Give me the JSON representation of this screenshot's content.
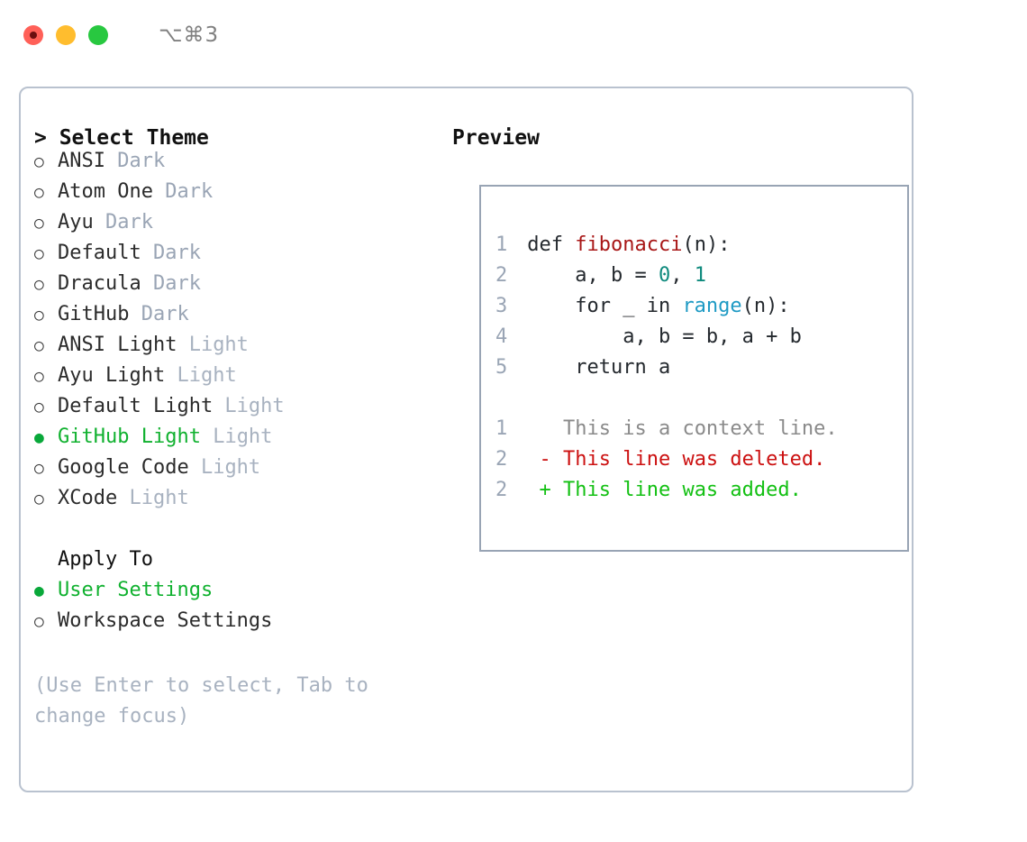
{
  "titlebar": {
    "shortcut": "⌥⌘3",
    "lights": [
      "close",
      "minimize",
      "maximize"
    ]
  },
  "theme_panel": {
    "header": "> Select Theme",
    "options": [
      {
        "bullet": "○",
        "name": "ANSI",
        "tag": "Dark",
        "selected": false
      },
      {
        "bullet": "○",
        "name": "Atom One",
        "tag": "Dark",
        "selected": false
      },
      {
        "bullet": "○",
        "name": "Ayu",
        "tag": "Dark",
        "selected": false
      },
      {
        "bullet": "○",
        "name": "Default",
        "tag": "Dark",
        "selected": false
      },
      {
        "bullet": "○",
        "name": "Dracula",
        "tag": "Dark",
        "selected": false
      },
      {
        "bullet": "○",
        "name": "GitHub",
        "tag": "Dark",
        "selected": false
      },
      {
        "bullet": "○",
        "name": "ANSI Light",
        "tag": "Light",
        "selected": false
      },
      {
        "bullet": "○",
        "name": "Ayu Light",
        "tag": "Light",
        "selected": false
      },
      {
        "bullet": "○",
        "name": "Default Light",
        "tag": "Light",
        "selected": false
      },
      {
        "bullet": "●",
        "name": "GitHub Light",
        "tag": "Light",
        "selected": true
      },
      {
        "bullet": "○",
        "name": "Google Code",
        "tag": "Light",
        "selected": false
      },
      {
        "bullet": "○",
        "name": "XCode",
        "tag": "Light",
        "selected": false
      }
    ]
  },
  "apply_to": {
    "header": "Apply To",
    "options": [
      {
        "bullet": "●",
        "name": "User Settings",
        "selected": true
      },
      {
        "bullet": "○",
        "name": "Workspace Settings",
        "selected": false
      }
    ]
  },
  "hint": "(Use Enter to select, Tab to change focus)",
  "preview": {
    "header": "Preview",
    "code_lines": [
      {
        "num": "1",
        "parts": [
          {
            "t": "def ",
            "c": "plain"
          },
          {
            "t": "fibonacci",
            "c": "func"
          },
          {
            "t": "(n):",
            "c": "plain"
          }
        ]
      },
      {
        "num": "2",
        "parts": [
          {
            "t": "    a, b = ",
            "c": "plain"
          },
          {
            "t": "0",
            "c": "num"
          },
          {
            "t": ", ",
            "c": "plain"
          },
          {
            "t": "1",
            "c": "num"
          }
        ]
      },
      {
        "num": "3",
        "parts": [
          {
            "t": "    for _ in ",
            "c": "plain"
          },
          {
            "t": "range",
            "c": "call"
          },
          {
            "t": "(n):",
            "c": "plain"
          }
        ]
      },
      {
        "num": "4",
        "parts": [
          {
            "t": "        a, b = b, a + b",
            "c": "plain"
          }
        ]
      },
      {
        "num": "5",
        "parts": [
          {
            "t": "    return a",
            "c": "plain"
          }
        ]
      }
    ],
    "diff_lines": [
      {
        "num": "1",
        "marker": " ",
        "text": " This is a context line.",
        "kind": "ctx"
      },
      {
        "num": "2",
        "marker": "-",
        "text": " This line was deleted.",
        "kind": "del"
      },
      {
        "num": "2",
        "marker": "+",
        "text": " This line was added.",
        "kind": "add"
      }
    ]
  },
  "colors": {
    "accent_green": "#10b12f",
    "muted": "#a8b2c0",
    "border": "#98a4b4",
    "panel_border": "#b9c2cf",
    "diff_add": "#13c013",
    "diff_del": "#cc1111",
    "syntax_func": "#a81616",
    "syntax_num": "#0e8a7d",
    "syntax_call": "#1e9ac4"
  }
}
